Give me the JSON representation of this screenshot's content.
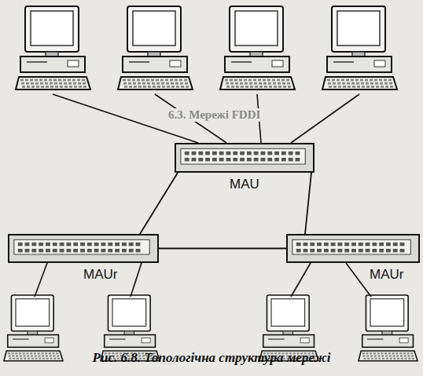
{
  "diagram": {
    "caption": "Рис. 6.8. Топологічна структура мережі",
    "nodes": [
      {
        "text": [
          "MAU"
        ]
      },
      {
        "text": [
          "MAUr"
        ]
      },
      {
        "text": [
          "MAUr"
        ]
      }
    ],
    "edges": [
      {
        "from": 0,
        "to": 1,
        "arrow": "none"
      },
      {
        "from": 1,
        "to": 2,
        "arrow": "none"
      },
      {
        "from": 2,
        "to": 0,
        "arrow": "none"
      }
    ],
    "labels": [
      "6.3. Мережі FDDI"
    ]
  }
}
